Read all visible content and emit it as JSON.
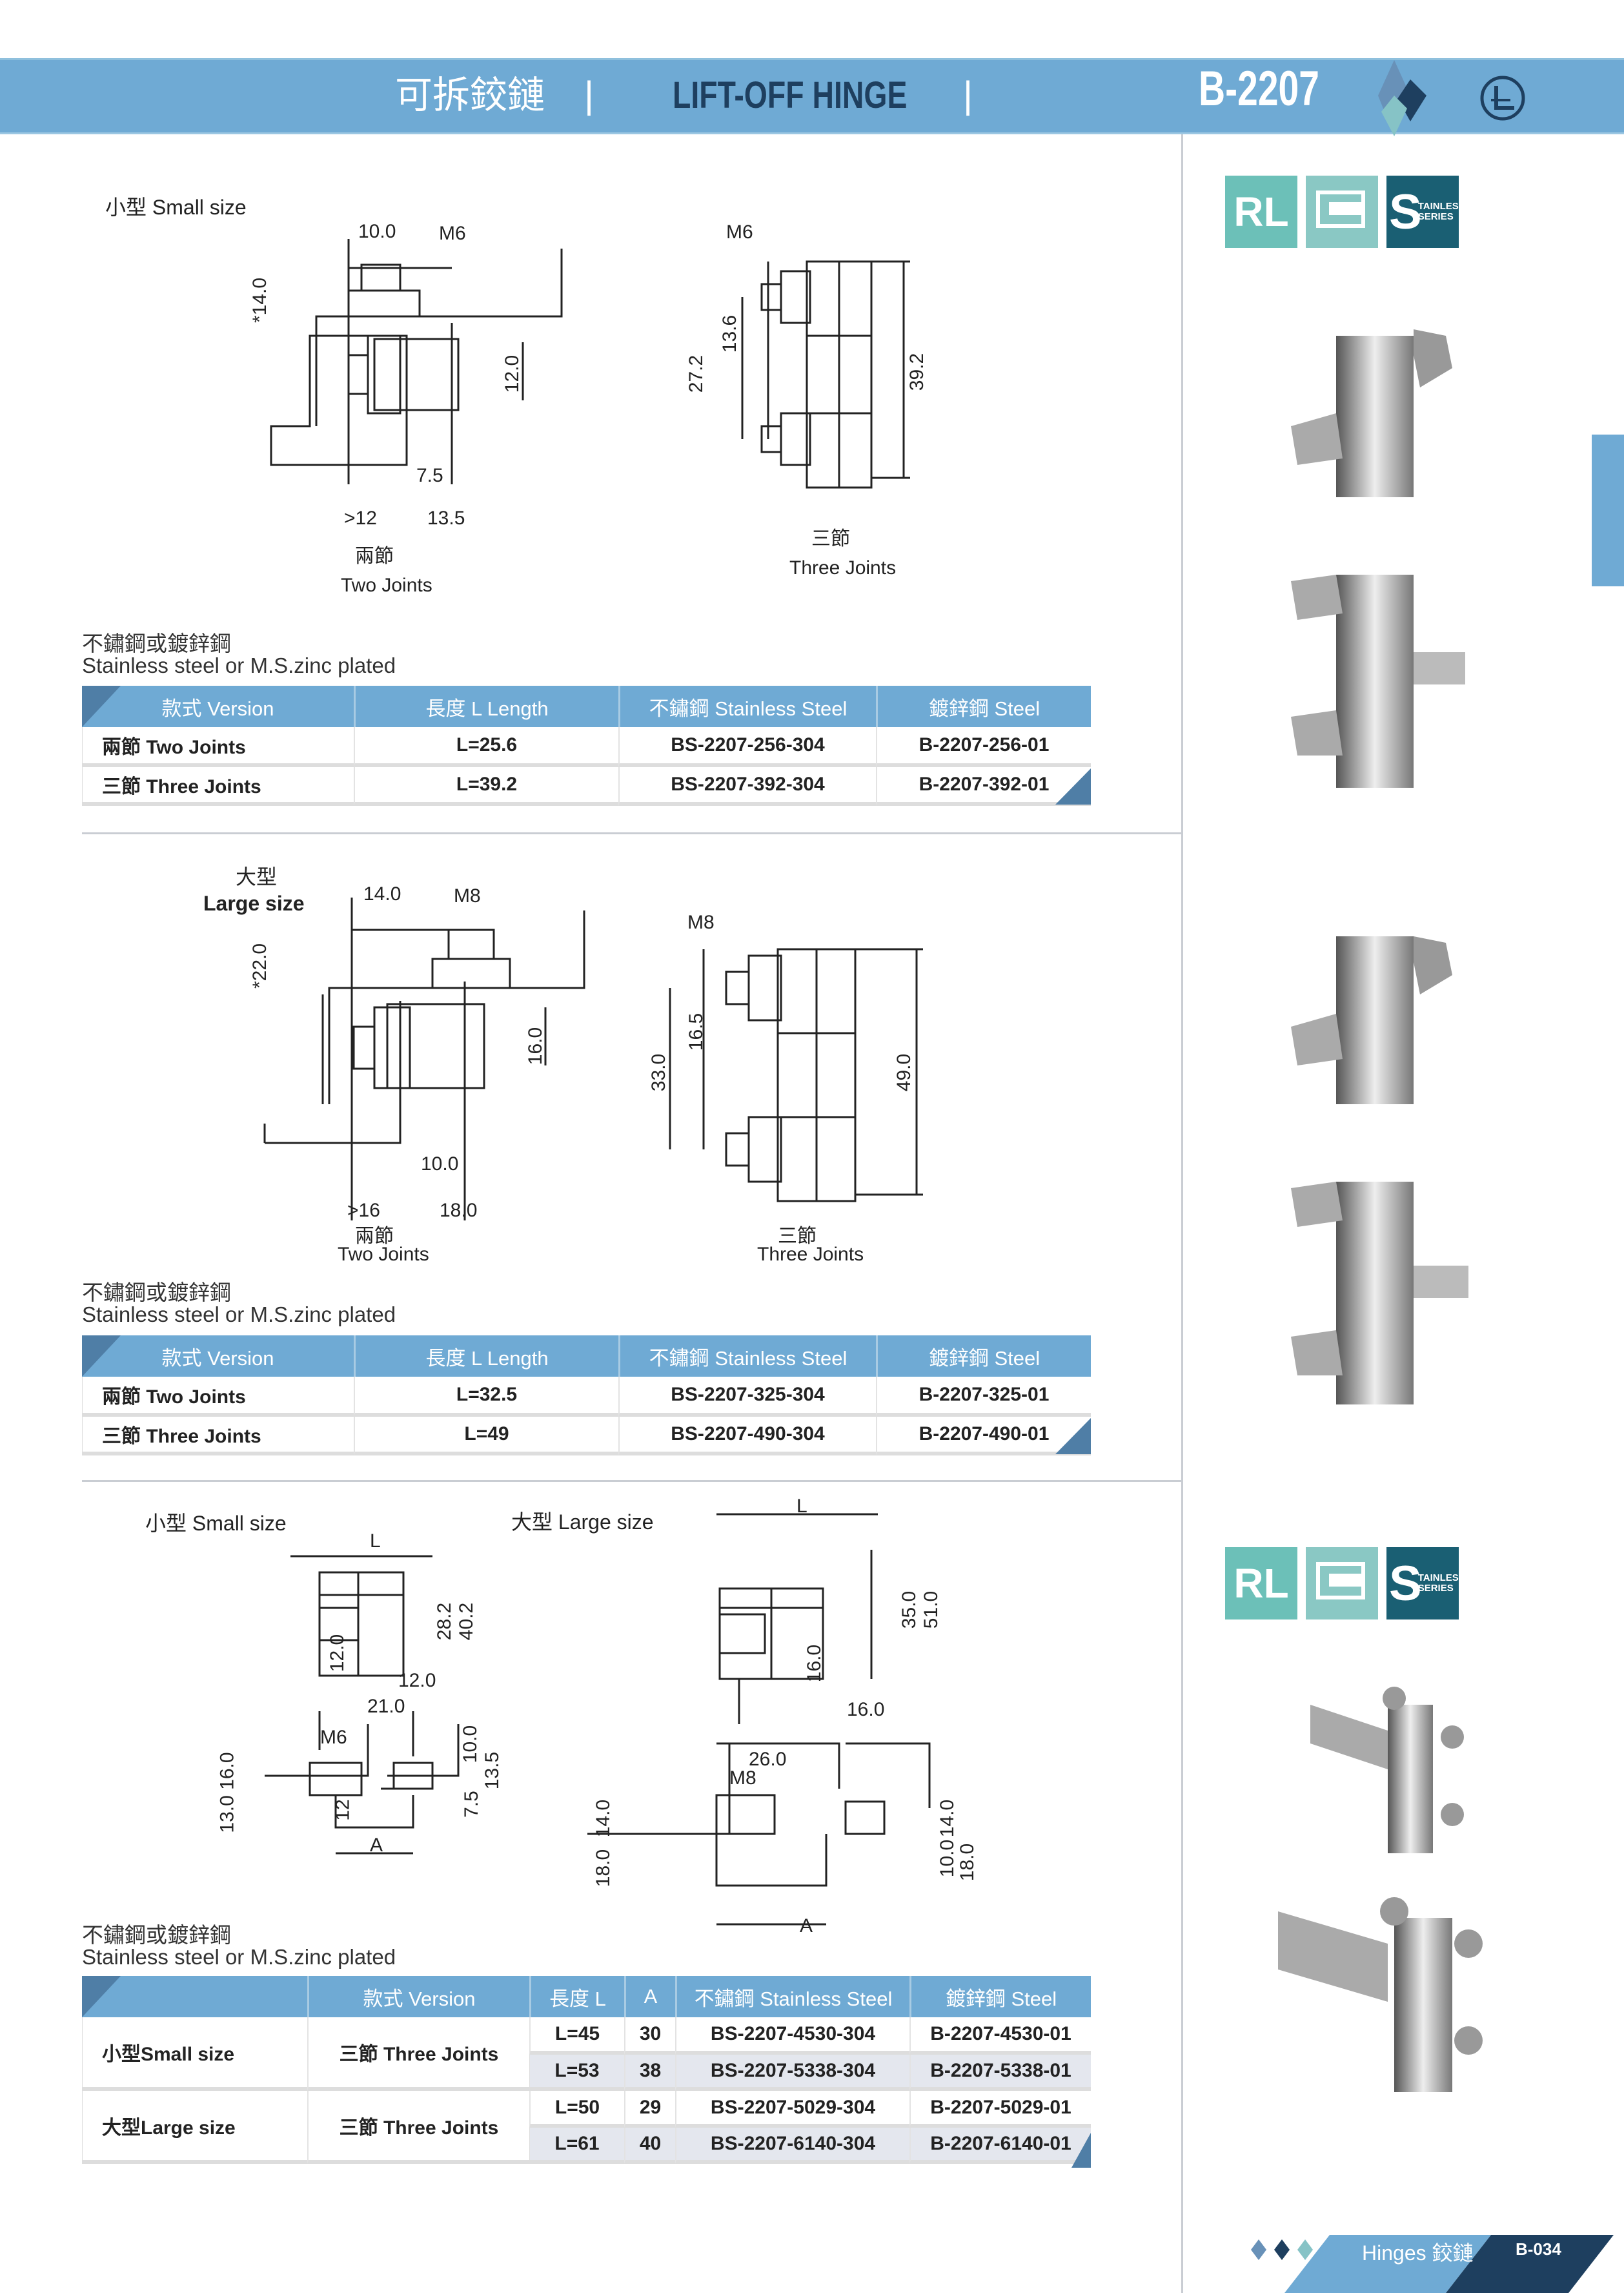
{
  "header": {
    "title_cn": "可拆鉸鏈",
    "separator": "|",
    "title_en": "LIFT-OFF HINGE",
    "model": "B-2207"
  },
  "colors": {
    "header_blue": "#6faad4",
    "navy": "#1e3f5f",
    "teal": "#7fbfbf",
    "badge_teal": "#6cc0b8"
  },
  "badges": {
    "rl": "RL",
    "s": "S",
    "stainless_line1": "TAINLESS",
    "stainless_line2": "SERIES"
  },
  "section1": {
    "size_label": "小型 Small size",
    "two_joints": {
      "dims": [
        "10.0",
        "M6",
        "*14.0",
        "12.0",
        "7.5",
        ">12",
        "13.5"
      ],
      "name_cn": "兩節",
      "name_en": "Two Joints"
    },
    "three_joints": {
      "dims": [
        "M6",
        "13.6",
        "27.2",
        "39.2"
      ],
      "name_cn": "三節",
      "name_en": "Three Joints"
    },
    "material_cn": "不鏽鋼或鍍鋅鋼",
    "material_en": "Stainless steel or M.S.zinc plated",
    "table": {
      "headers": [
        "款式 Version",
        "長度 L Length",
        "不鏽鋼 Stainless Steel",
        "鍍鋅鋼 Steel"
      ],
      "rows": [
        [
          "兩節 Two Joints",
          "L=25.6",
          "BS-2207-256-304",
          "B-2207-256-01"
        ],
        [
          "三節 Three Joints",
          "L=39.2",
          "BS-2207-392-304",
          "B-2207-392-01"
        ]
      ]
    }
  },
  "section2": {
    "size_label_cn": "大型",
    "size_label_en": "Large size",
    "two_joints": {
      "dims": [
        "14.0",
        "M8",
        "*22.0",
        "16.0",
        "10.0",
        ">16",
        "18.0"
      ],
      "name_cn": "兩節",
      "name_en": "Two Joints"
    },
    "three_joints": {
      "dims": [
        "M8",
        "16.5",
        "33.0",
        "49.0"
      ],
      "name_cn": "三節",
      "name_en": "Three Joints"
    },
    "material_cn": "不鏽鋼或鍍鋅鋼",
    "material_en": "Stainless steel or M.S.zinc plated",
    "table": {
      "headers": [
        "款式 Version",
        "長度 L Length",
        "不鏽鋼 Stainless Steel",
        "鍍鋅鋼 Steel"
      ],
      "rows": [
        [
          "兩節 Two Joints",
          "L=32.5",
          "BS-2207-325-304",
          "B-2207-325-01"
        ],
        [
          "三節 Three Joints",
          "L=49",
          "BS-2207-490-304",
          "B-2207-490-01"
        ]
      ]
    }
  },
  "section3": {
    "small_label": "小型 Small size",
    "large_label": "大型 Large size",
    "small_dims": [
      "L",
      "28.2",
      "40.2",
      "12.0",
      "12.0",
      "21.0",
      "M6",
      "10.0",
      "13.5",
      "13.0 16.0",
      "12",
      "7.5",
      "A"
    ],
    "large_dims": [
      "L",
      "35.0",
      "51.0",
      "16.0",
      "16.0",
      "26.0",
      "M8",
      "14.0",
      "18.0",
      "14.0",
      "10.0",
      "18.0",
      "A"
    ],
    "material_cn": "不鏽鋼或鍍鋅鋼",
    "material_en": "Stainless steel or M.S.zinc plated",
    "table": {
      "headers": [
        "",
        "款式 Version",
        "長度 L",
        "A",
        "不鏽鋼 Stainless Steel",
        "鍍鋅鋼 Steel"
      ],
      "groups": [
        {
          "size": "小型Small size",
          "version": "三節 Three Joints",
          "rows": [
            [
              "L=45",
              "30",
              "BS-2207-4530-304",
              "B-2207-4530-01"
            ],
            [
              "L=53",
              "38",
              "BS-2207-5338-304",
              "B-2207-5338-01"
            ]
          ]
        },
        {
          "size": "大型Large size",
          "version": "三節 Three Joints",
          "rows": [
            [
              "L=50",
              "29",
              "BS-2207-5029-304",
              "B-2207-5029-01"
            ],
            [
              "L=61",
              "40",
              "BS-2207-6140-304",
              "B-2207-6140-01"
            ]
          ]
        }
      ]
    }
  },
  "footer": {
    "category": "Hinges 鉸鏈",
    "page": "B-034"
  }
}
